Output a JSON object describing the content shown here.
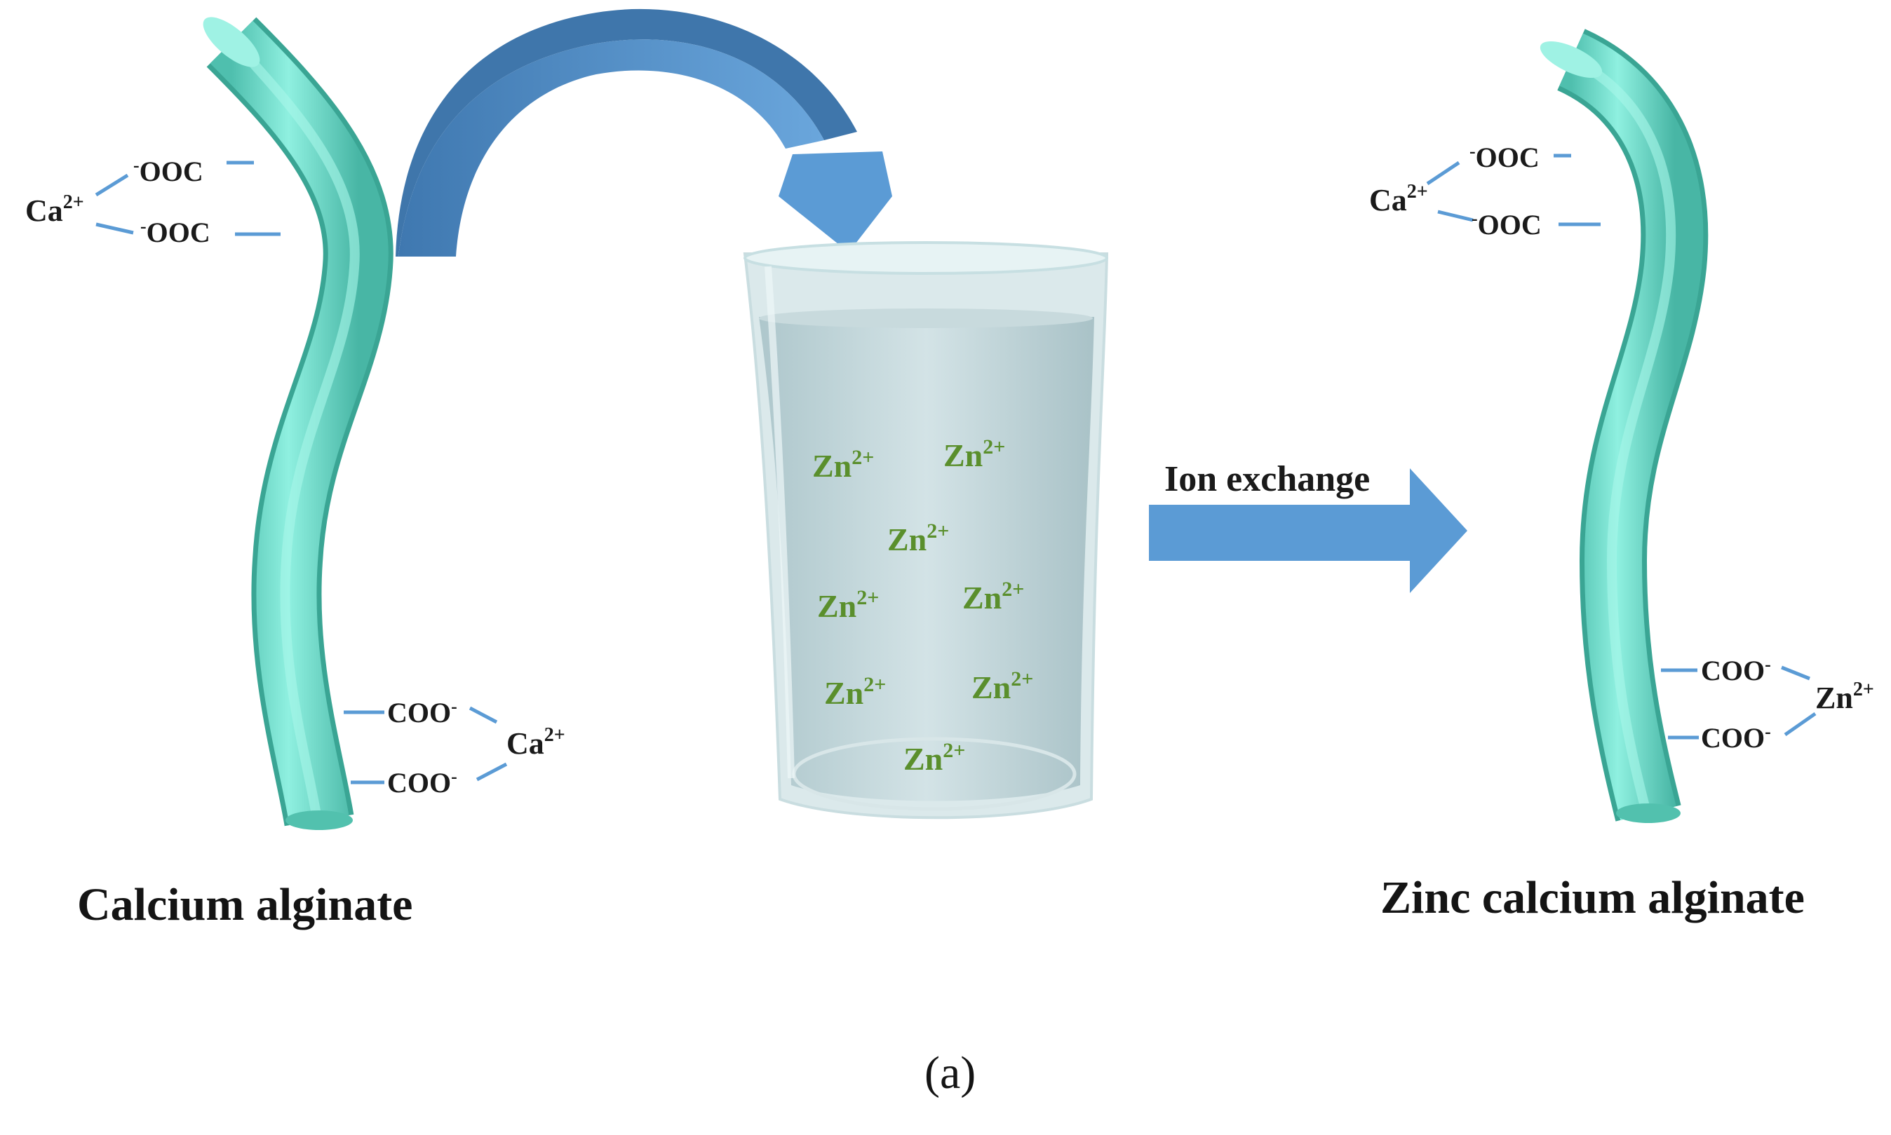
{
  "colors": {
    "fiber": "#76e0cf",
    "arrow": "#5b9bd5",
    "bond": "#5b9bd5",
    "beaker_liquid": "#c4d6da",
    "zinc_text": "#5a8f2c"
  },
  "left_fiber": {
    "caption": "Calcium alginate",
    "top_cluster": {
      "ion": "Ca",
      "charge": "2+",
      "group1": "OOC",
      "group2": "OOC",
      "minus": "-"
    },
    "bottom_cluster": {
      "ion": "Ca",
      "charge": "2+",
      "group1": "COO",
      "group2": "COO",
      "minus": "-"
    }
  },
  "beaker": {
    "ions": [
      "Zn",
      "Zn",
      "Zn",
      "Zn",
      "Zn",
      "Zn",
      "Zn",
      "Zn"
    ],
    "charge": "2+"
  },
  "process_arrow": {
    "label": "Ion exchange"
  },
  "right_fiber": {
    "caption": "Zinc calcium alginate",
    "top_cluster": {
      "ion": "Ca",
      "charge": "2+",
      "group1": "OOC",
      "group2": "OOC",
      "minus": "-"
    },
    "bottom_cluster": {
      "ion": "Zn",
      "charge": "2+",
      "group1": "COO",
      "group2": "COO",
      "minus": "-"
    }
  },
  "panel_label": "(a)"
}
